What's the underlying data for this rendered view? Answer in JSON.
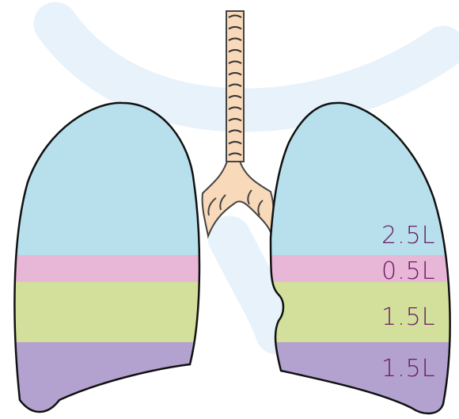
{
  "colors": {
    "background": "#ffffff",
    "watermark": "#e8f2fb",
    "trachea_fill": "#f8d9b9",
    "trachea_stroke": "#444444",
    "outline": "#111111",
    "label_text": "#6a1a62"
  },
  "lung_volumes": [
    {
      "label": "2.5L",
      "color": "#b7e0ec",
      "volume_liters": 2.5
    },
    {
      "label": "0.5L",
      "color": "#e8b6d6",
      "volume_liters": 0.5
    },
    {
      "label": "1.5L",
      "color": "#d2e09c",
      "volume_liters": 1.5
    },
    {
      "label": "1.5L",
      "color": "#b3a1cf",
      "volume_liters": 1.5
    }
  ]
}
